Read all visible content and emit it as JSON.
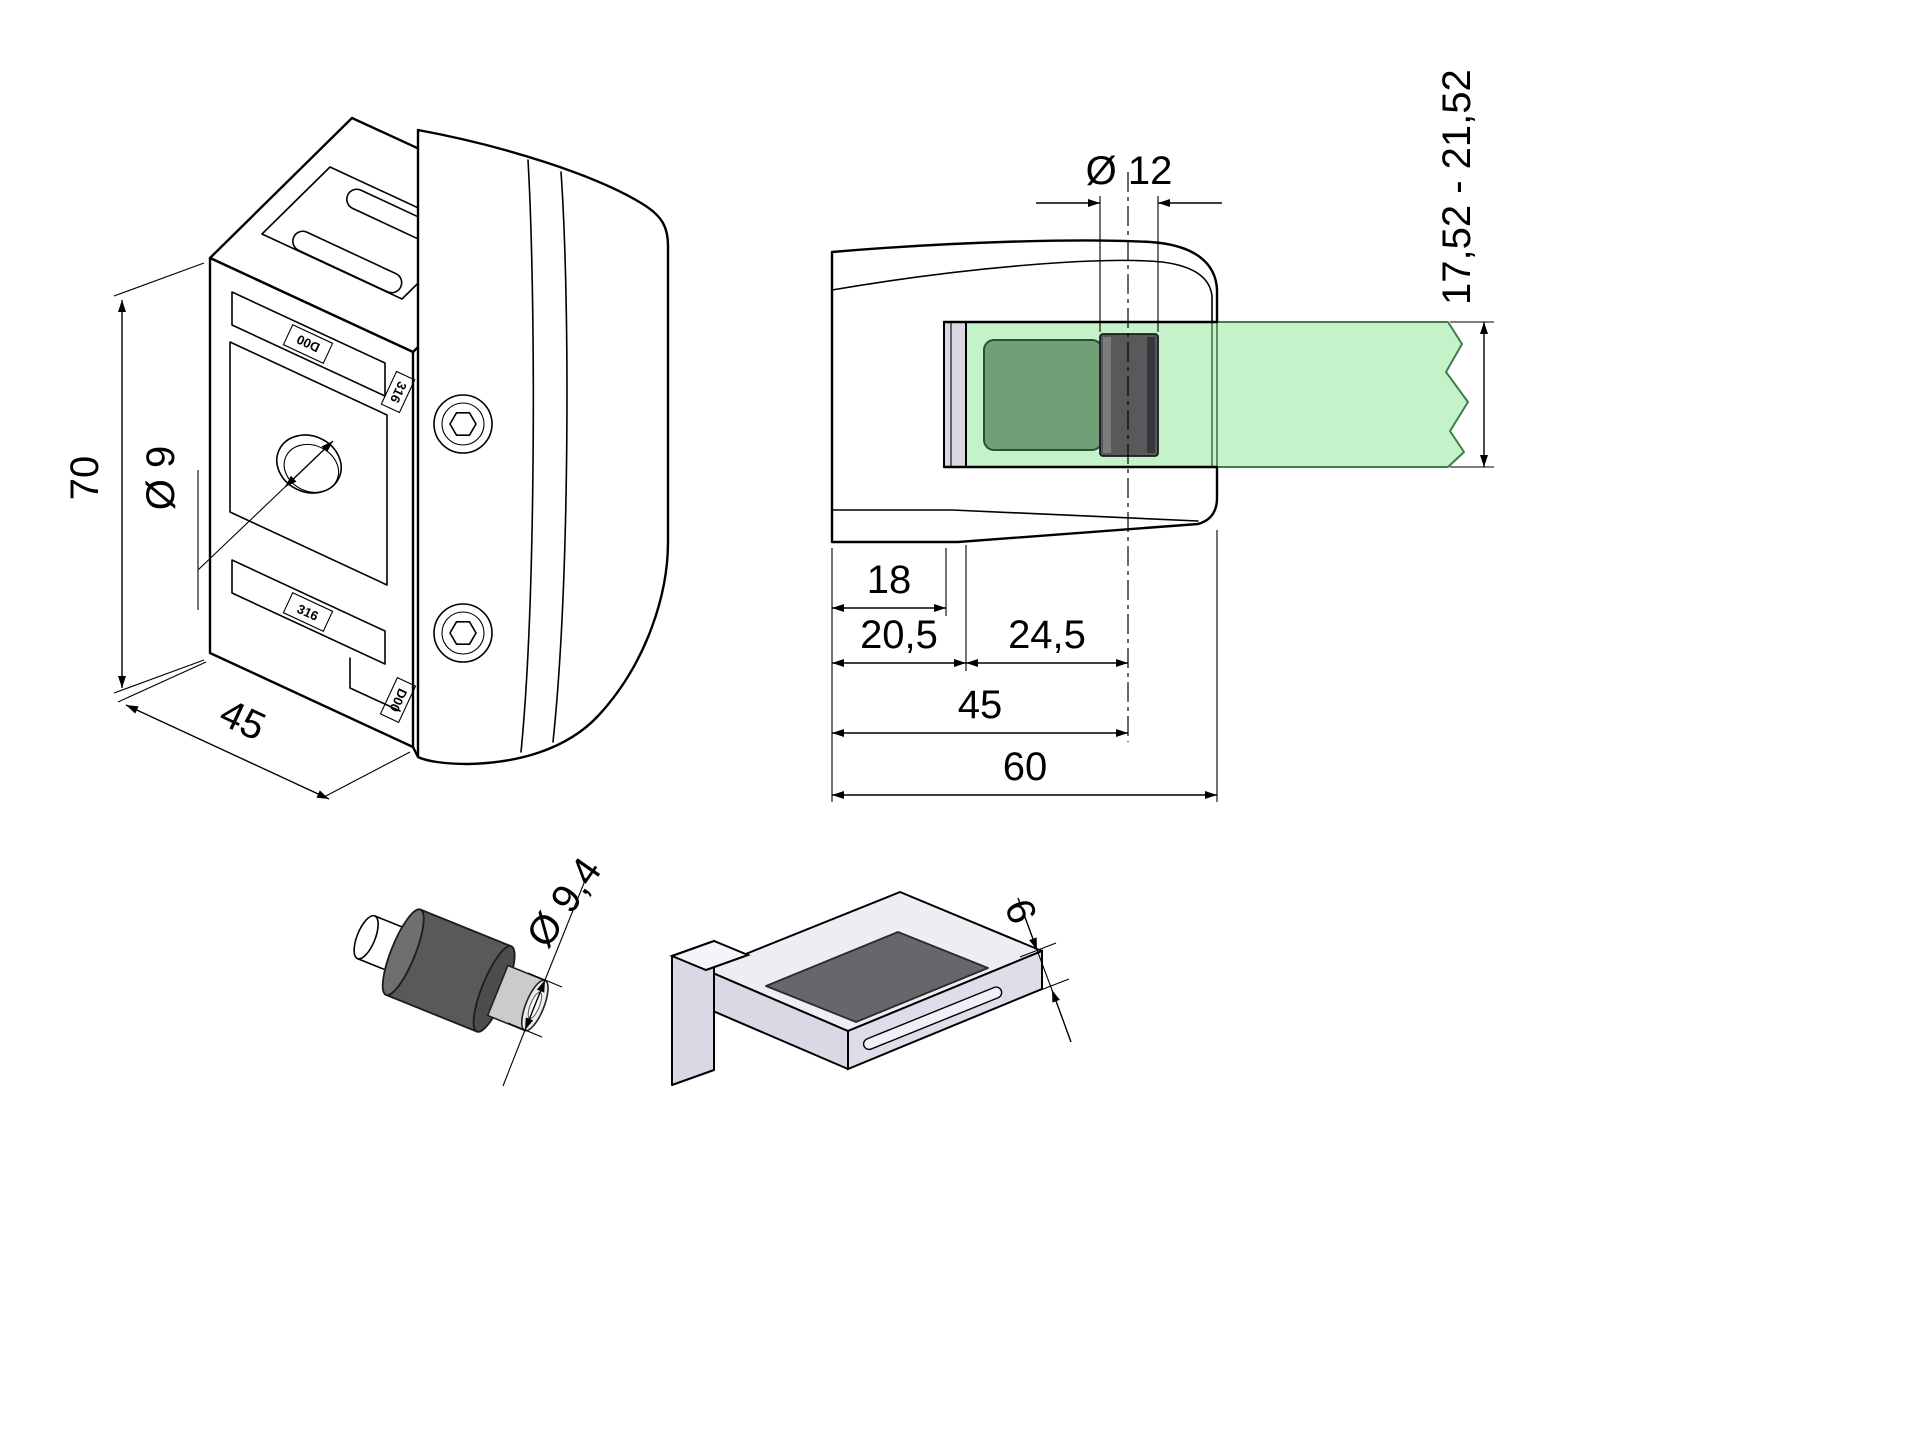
{
  "colors": {
    "glass": "#c4f3c9",
    "glass_edge": "#3e7d4a",
    "pad_green": "#6fa077",
    "rubber_dark": "#58595b",
    "pin_tip": "#cbcbcd",
    "gasket_body": "#efecf4",
    "gasket_side": "#dcd7e4",
    "gasket_pad": "#66676a"
  },
  "iso_view": {
    "dims": {
      "height": "70",
      "depth": "45",
      "hole_diameter": "Ø 9"
    },
    "markings": {
      "top_slot": "D00",
      "upper_right": "316",
      "bottom_slot": "316",
      "lower_right": "D00"
    }
  },
  "side_view": {
    "dims": {
      "pin_diameter": "Ø 12",
      "glass_thickness_range": "17,52 - 21,52",
      "offset_18": "18",
      "offset_20_5": "20,5",
      "offset_24_5": "24,5",
      "offset_45": "45",
      "width_60": "60"
    }
  },
  "pin_view": {
    "dims": {
      "diameter": "Ø 9,4"
    }
  },
  "gasket_view": {
    "dims": {
      "thickness": "6"
    }
  }
}
